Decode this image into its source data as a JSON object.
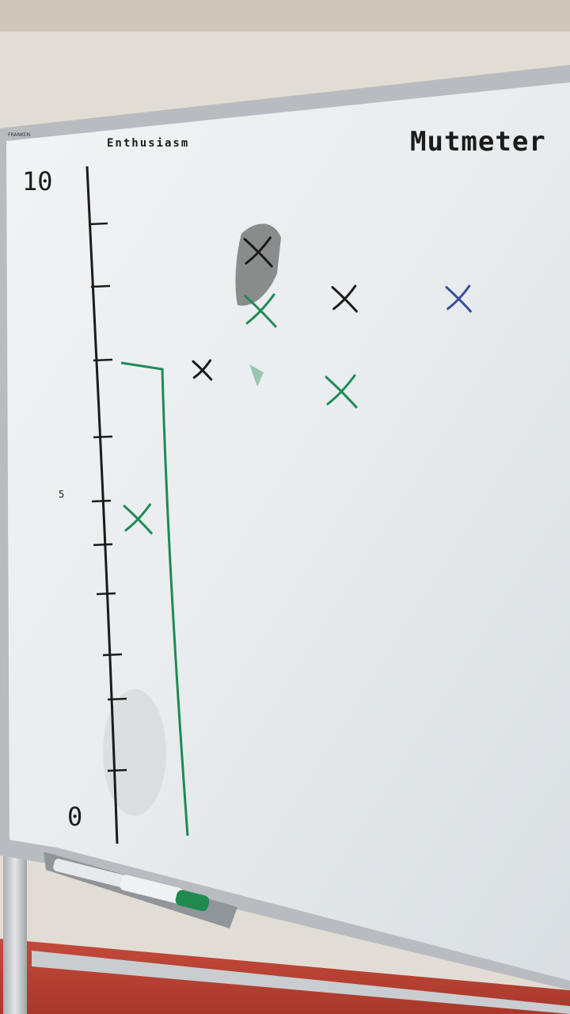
{
  "board": {
    "title": "Mutmeter",
    "axis_label": "Enthusiasm",
    "label_top": "10",
    "label_mid": "5",
    "label_bottom": "0"
  },
  "colors": {
    "ink_black": "#1b1b1b",
    "ink_green": "#1f8a55",
    "ink_blue": "#3b4f9a",
    "frame": "#b9bdc1",
    "board": "#eef1f2",
    "marker_green_cap": "#1e8a50"
  },
  "marks": [
    {
      "color": "black",
      "smudged": true
    },
    {
      "color": "green"
    },
    {
      "color": "black"
    },
    {
      "color": "blue"
    },
    {
      "color": "black"
    },
    {
      "color": "green"
    },
    {
      "color": "green"
    }
  ]
}
